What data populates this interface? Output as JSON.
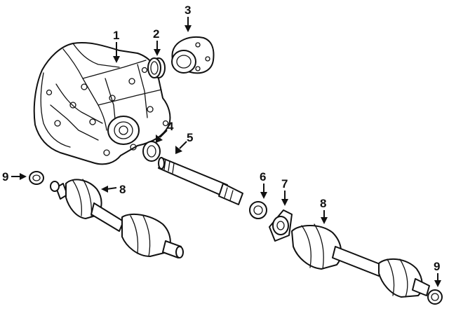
{
  "diagram": {
    "callouts": [
      {
        "id": "c1",
        "label": "1"
      },
      {
        "id": "c2",
        "label": "2"
      },
      {
        "id": "c3",
        "label": "3"
      },
      {
        "id": "c4",
        "label": "4"
      },
      {
        "id": "c5",
        "label": "5"
      },
      {
        "id": "c6",
        "label": "6"
      },
      {
        "id": "c7",
        "label": "7"
      },
      {
        "id": "c8a",
        "label": "8"
      },
      {
        "id": "c8b",
        "label": "8"
      },
      {
        "id": "c9a",
        "label": "9"
      },
      {
        "id": "c9b",
        "label": "9"
      }
    ]
  }
}
